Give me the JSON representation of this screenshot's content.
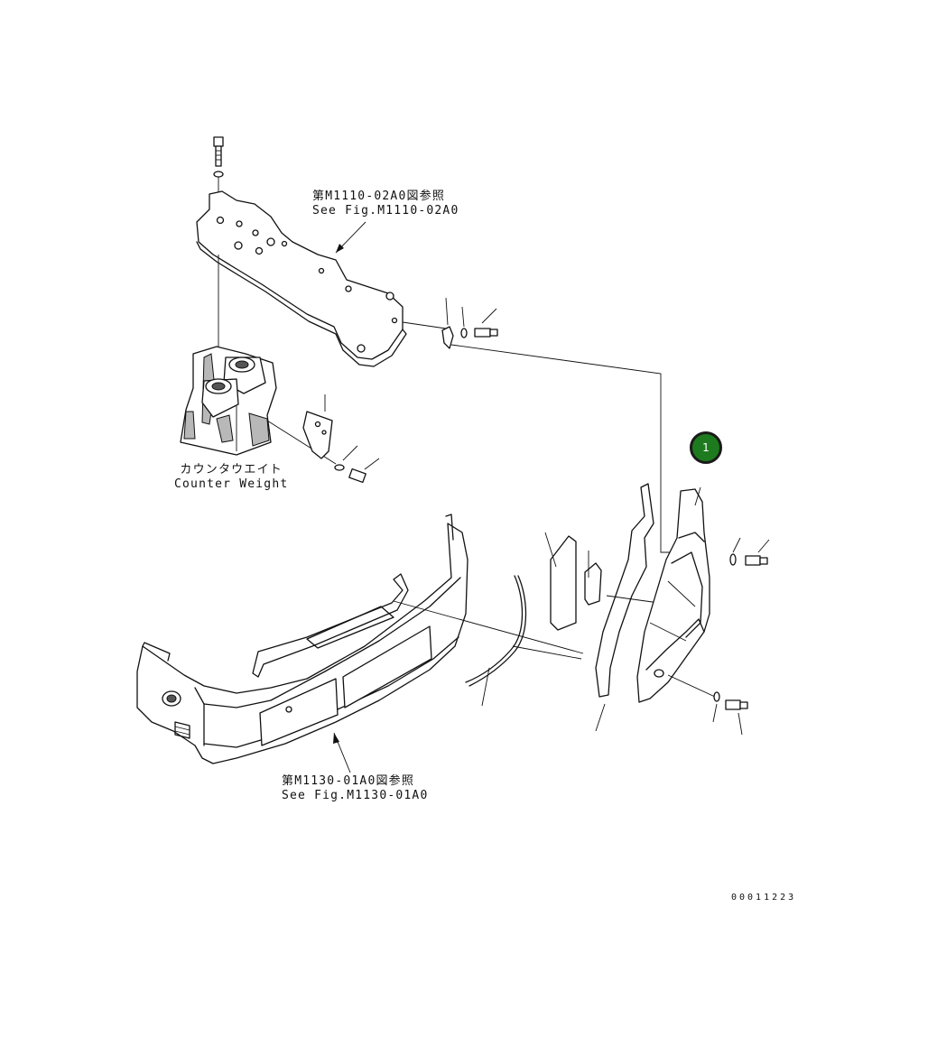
{
  "labels": {
    "frame_ref_jp": "第M1110-02A0図参照",
    "frame_ref_en": "See Fig.M1110-02A0",
    "counterweight_jp": "カウンタウエイト",
    "counterweight_en": "Counter Weight",
    "cover_ref_jp": "第M1130-01A0図参照",
    "cover_ref_en": "See Fig.M1130-01A0"
  },
  "callout": {
    "number": "1",
    "color": "#1e7a1e"
  },
  "drawing_code": "00011223"
}
